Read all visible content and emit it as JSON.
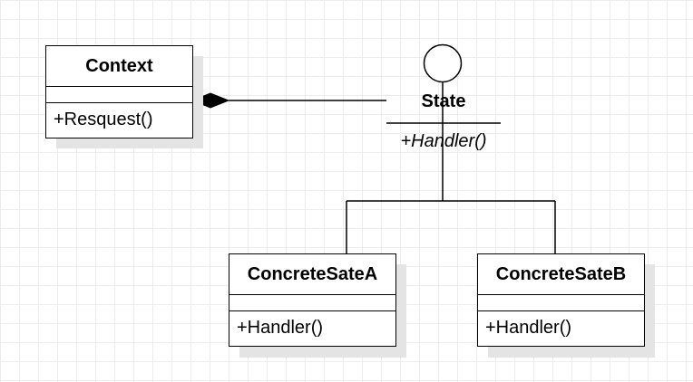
{
  "diagram": {
    "classes": [
      {
        "id": "context",
        "name": "Context",
        "operations": [
          "+Resquest()"
        ]
      },
      {
        "id": "concrete-state-a",
        "name": "ConcreteSateA",
        "operations": [
          "+Handler()"
        ]
      },
      {
        "id": "concrete-state-b",
        "name": "ConcreteSateB",
        "operations": [
          "+Handler()"
        ]
      }
    ],
    "interface": {
      "id": "state",
      "name": "State",
      "operations": [
        "+Handler()"
      ]
    },
    "relations": [
      {
        "type": "composition",
        "from": "Context",
        "to": "State"
      },
      {
        "type": "realization",
        "from": "ConcreteSateA",
        "to": "State"
      },
      {
        "type": "realization",
        "from": "ConcreteSateB",
        "to": "State"
      }
    ]
  }
}
